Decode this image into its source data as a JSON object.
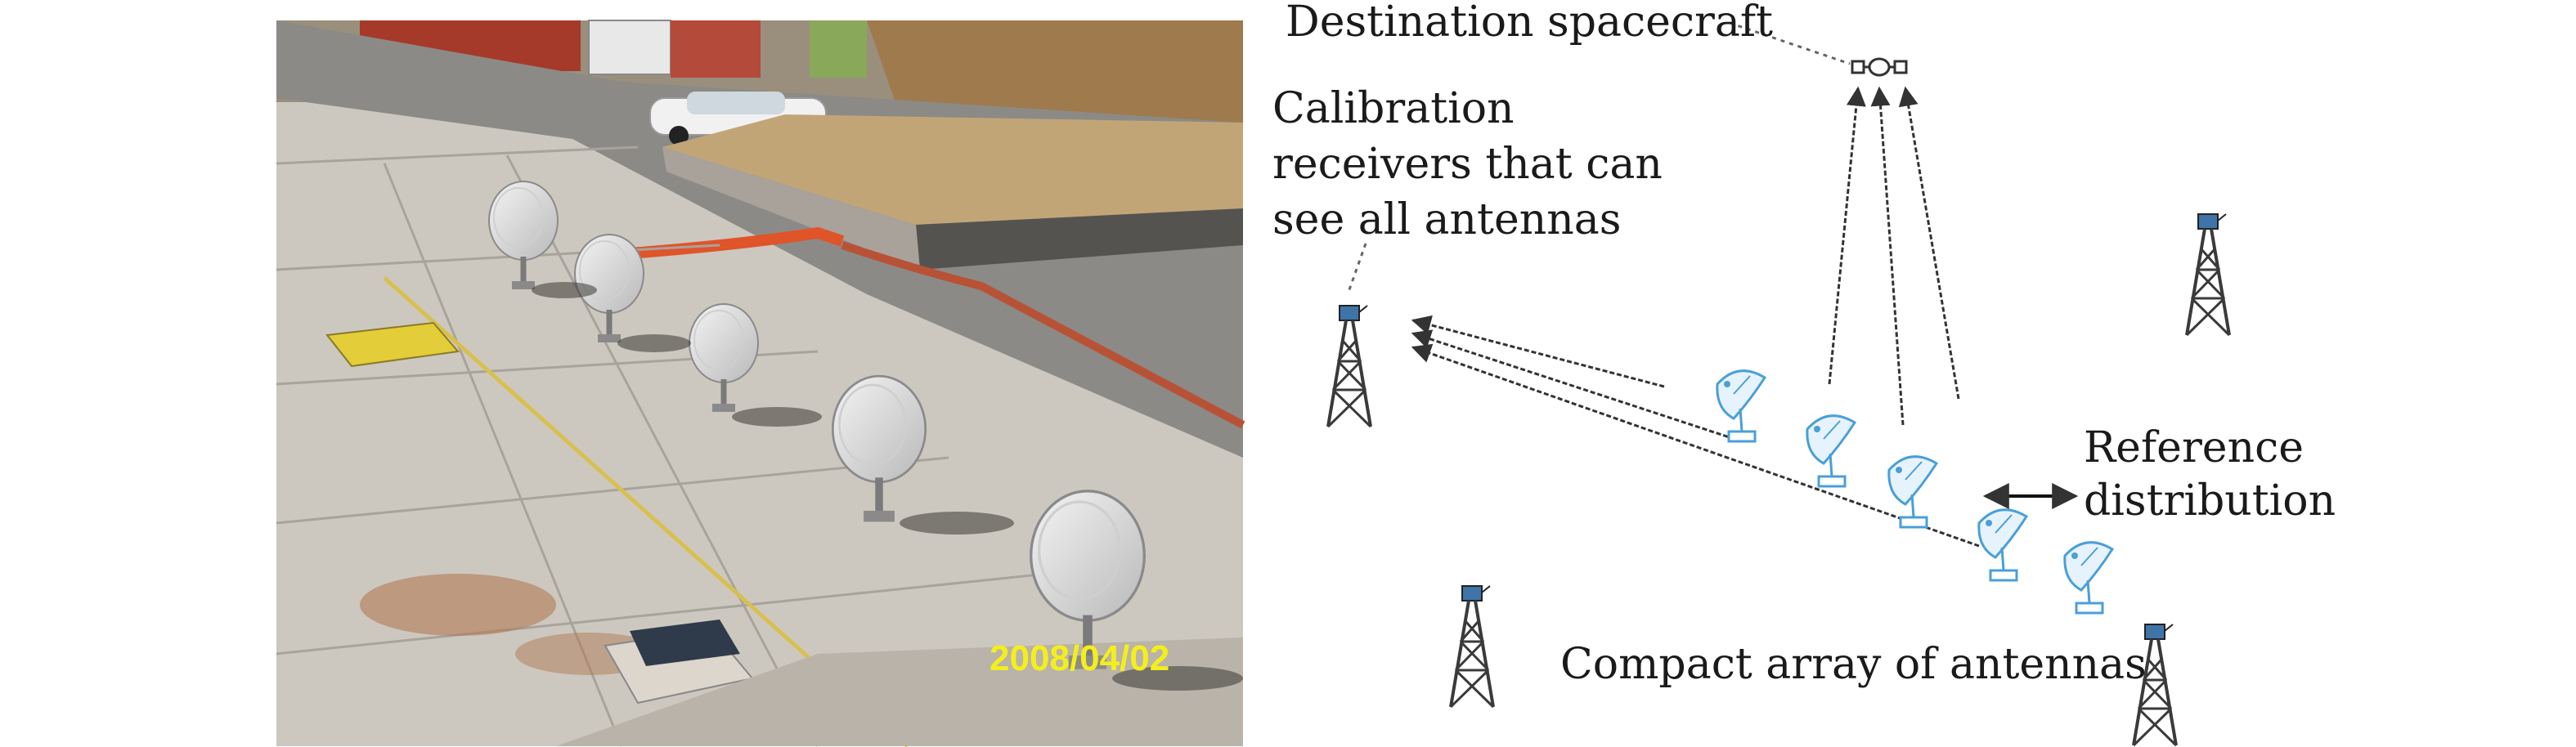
{
  "photo": {
    "date_stamp": "2008/04/02"
  },
  "diagram": {
    "destination_label": "Destination spacecraft",
    "calibration_label_lines": [
      "Calibration",
      "receivers that can",
      "see all antennas"
    ],
    "reference_label_lines": [
      "Reference",
      "distribution"
    ],
    "array_label": "Compact array of antennas"
  },
  "colors": {
    "antenna_blue": "#4a9fd8",
    "tower_gray": "#3a3a3a",
    "arrow": "#333333"
  }
}
